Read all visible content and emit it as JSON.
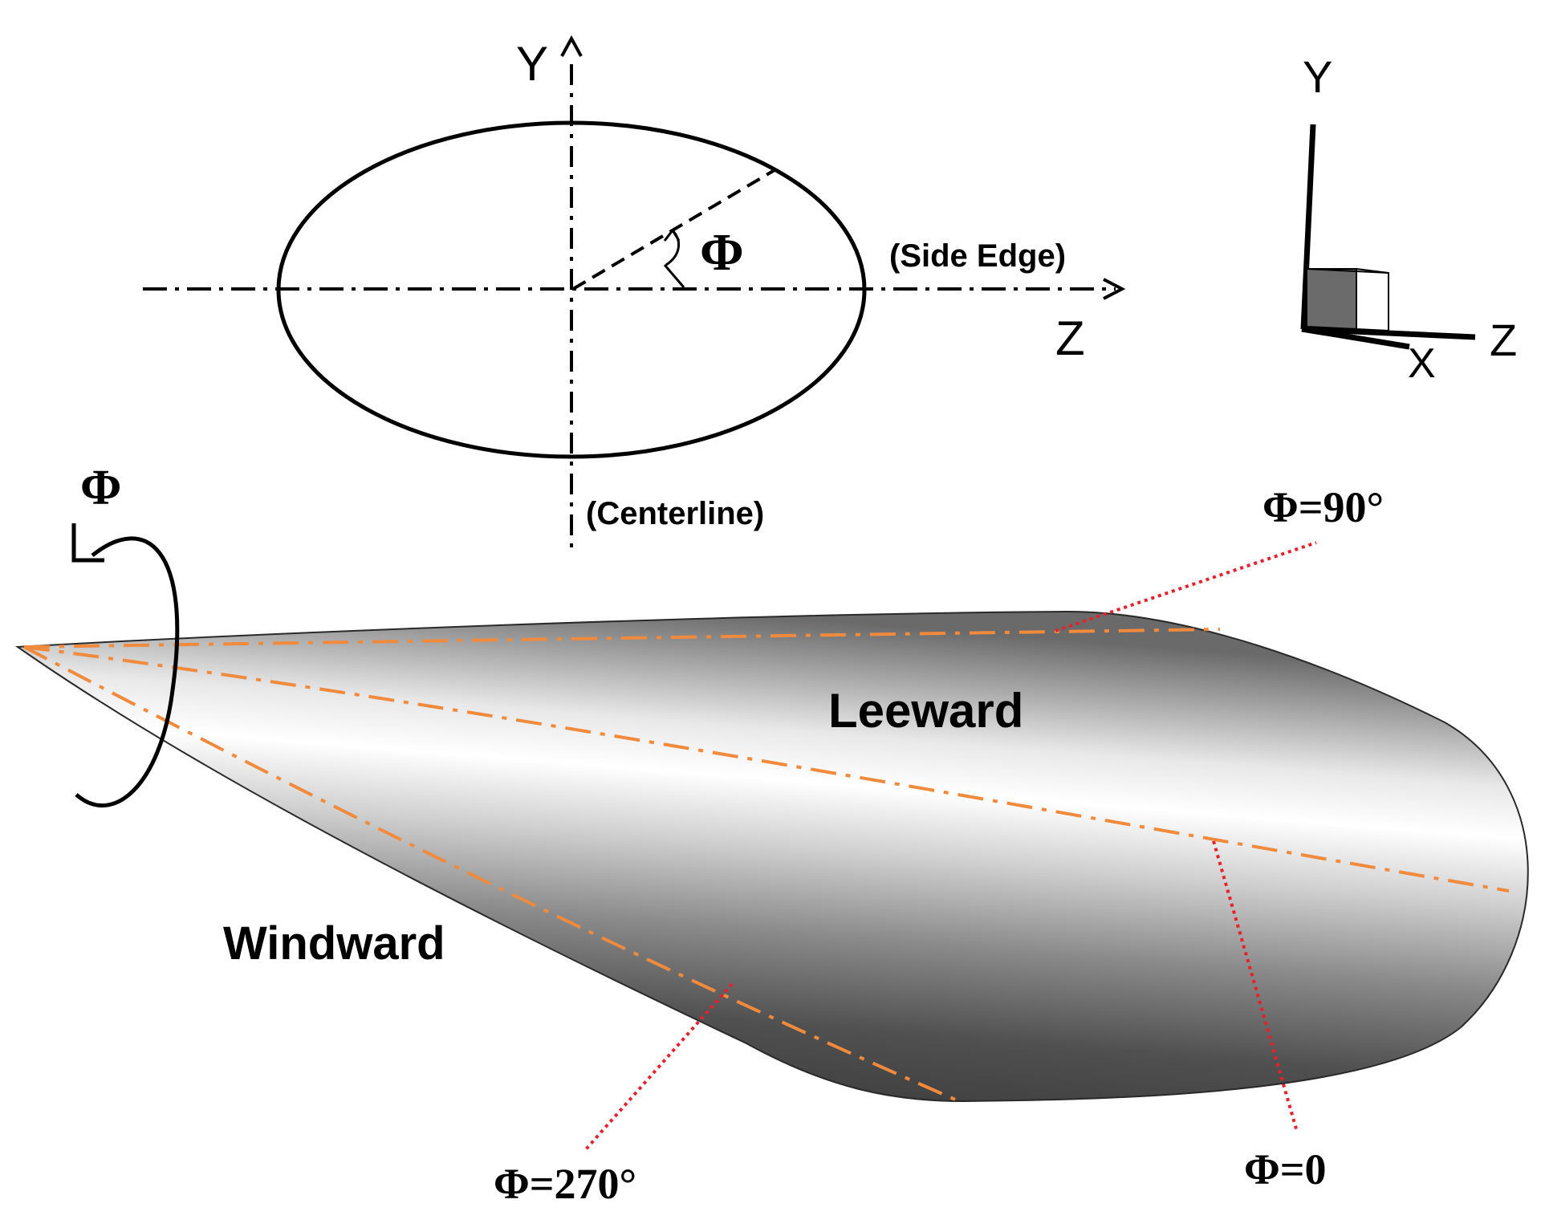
{
  "cross_section": {
    "y_axis_label": "Y",
    "z_axis_label": "Z",
    "angle_label": "Φ",
    "side_edge_label": "(Side Edge)",
    "centerline_label": "(Centerline)"
  },
  "triad": {
    "y_label": "Y",
    "z_label": "Z",
    "x_label": "X"
  },
  "body": {
    "rotation_label": "Φ",
    "leeward_label": "Leeward",
    "windward_label": "Windward",
    "phi_90_label": "Φ=90°",
    "phi_0_label": "Φ=0",
    "phi_270_label": "Φ=270°"
  },
  "colors": {
    "guide_line": "#f08a3c",
    "leader_line": "#e8202a",
    "stroke": "#000000"
  }
}
